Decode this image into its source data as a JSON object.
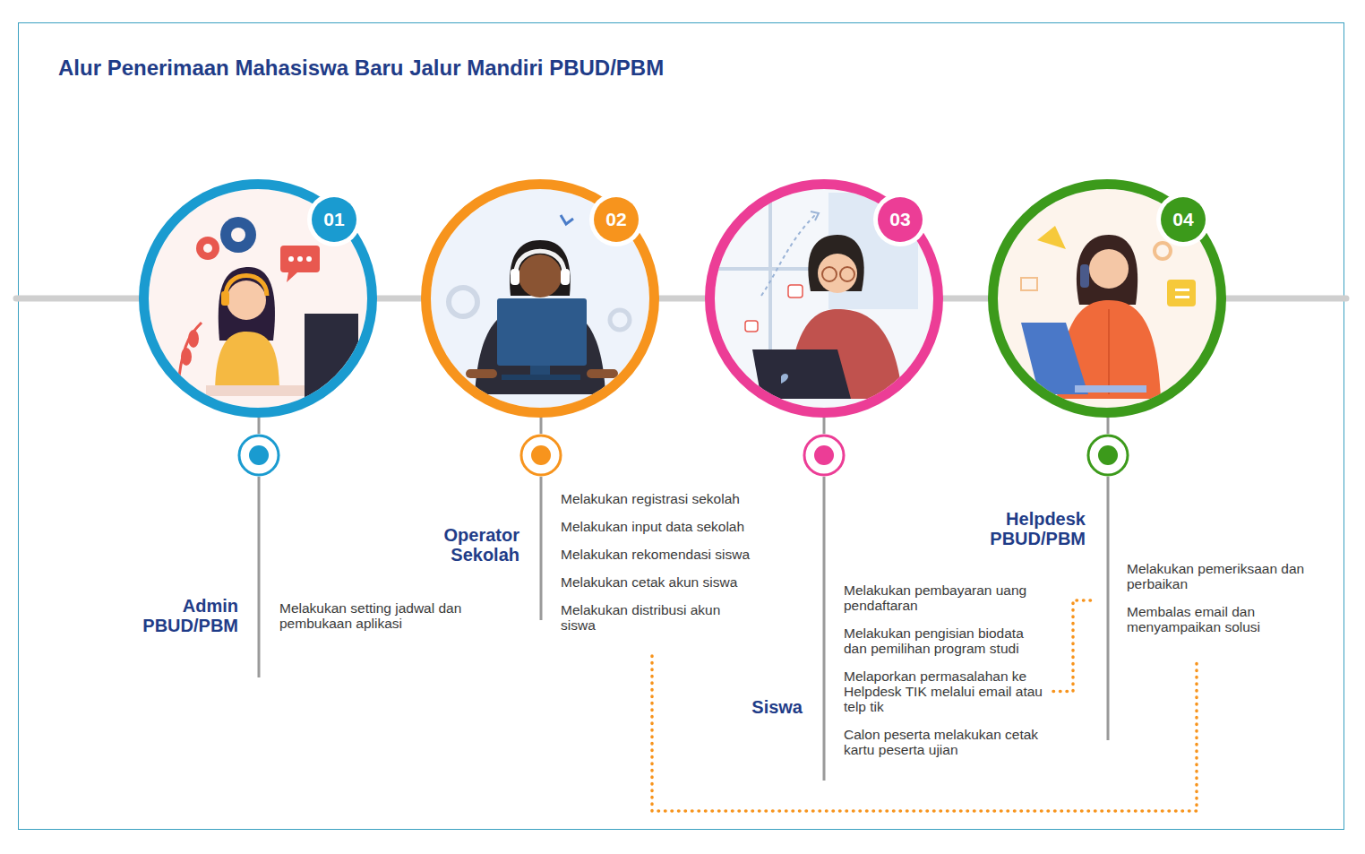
{
  "diagram": {
    "title": "Alur Penerimaan Mahasiswa Baru Jalur Mandiri PBUD/PBM",
    "nodes": [
      {
        "text": [
          "01"
        ]
      },
      {
        "text": [
          "02"
        ]
      },
      {
        "text": [
          "03"
        ]
      },
      {
        "text": [
          "04"
        ]
      },
      {
        "text": [
          "Admin PBUD/PBM",
          "Melakukan setting jadwal dan pembukaan aplikasi"
        ]
      },
      {
        "text": [
          "Operator Sekolah",
          "Melakukan registrasi sekolah",
          "Melakukan input data sekolah",
          "Melakukan rekomendasi siswa",
          "Melakukan cetak akun siswa",
          "Melakukan distribusi akun siswa"
        ]
      },
      {
        "text": [
          "Siswa",
          "Melakukan pembayaran uang pendaftaran",
          "Melakukan pengisian biodata dan pemilihan program studi",
          "Melaporkan permasalahan ke Helpdesk TIK melalui email atau telp tik",
          "Calon peserta melakukan cetak kartu peserta ujian"
        ]
      },
      {
        "text": [
          "Helpdesk PBUD/PBM",
          "Melakukan pemeriksaan dan perbaikan",
          "Membalas email dan menyampaikan solusi"
        ]
      }
    ],
    "edges": [
      {
        "from": 0,
        "to": 1,
        "arrow": "none"
      },
      {
        "from": 1,
        "to": 2,
        "arrow": "none"
      },
      {
        "from": 2,
        "to": 3,
        "arrow": "none"
      },
      {
        "from": 5,
        "to": 7,
        "arrow": "none"
      },
      {
        "from": 6,
        "to": 7,
        "arrow": "none"
      }
    ]
  }
}
